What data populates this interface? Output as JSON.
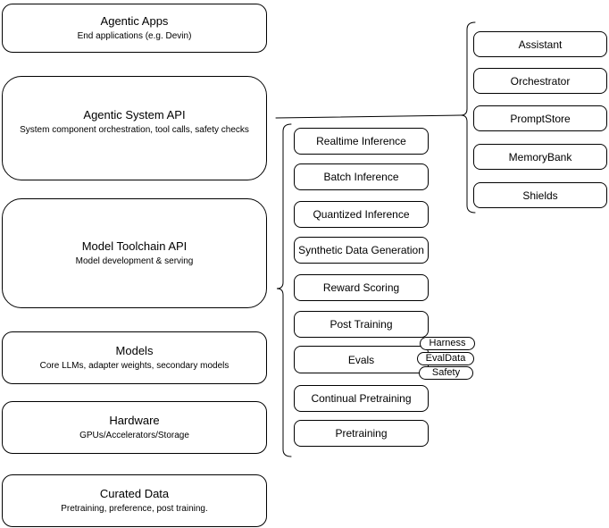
{
  "colors": {
    "border": "#000000",
    "fill": "#ffffff",
    "text": "#000000"
  },
  "stack": {
    "items": [
      {
        "title": "Agentic Apps",
        "subtitle": "End applications (e.g. Devin)"
      },
      {
        "title": "Agentic System API",
        "subtitle": "System component orchestration, tool calls, safety checks"
      },
      {
        "title": "Model Toolchain API",
        "subtitle": "Model development & serving"
      },
      {
        "title": "Models",
        "subtitle": "Core LLMs, adapter weights, secondary models"
      },
      {
        "title": "Hardware",
        "subtitle": "GPUs/Accelerators/Storage"
      },
      {
        "title": "Curated Data",
        "subtitle": "Pretraining, preference, post training."
      }
    ]
  },
  "toolchain_services": {
    "items": [
      {
        "label": "Realtime Inference"
      },
      {
        "label": "Batch Inference"
      },
      {
        "label": "Quantized Inference"
      },
      {
        "label": "Synthetic Data Generation"
      },
      {
        "label": "Reward Scoring"
      },
      {
        "label": "Post Training"
      },
      {
        "label": "Evals"
      },
      {
        "label": "Continual Pretraining"
      },
      {
        "label": "Pretraining"
      }
    ]
  },
  "eval_components": {
    "items": [
      {
        "label": "Harness"
      },
      {
        "label": "EvalData"
      },
      {
        "label": "Safety"
      }
    ]
  },
  "agentic_components": {
    "items": [
      {
        "label": "Assistant"
      },
      {
        "label": "Orchestrator"
      },
      {
        "label": "PromptStore"
      },
      {
        "label": "MemoryBank"
      },
      {
        "label": "Shields"
      }
    ]
  }
}
